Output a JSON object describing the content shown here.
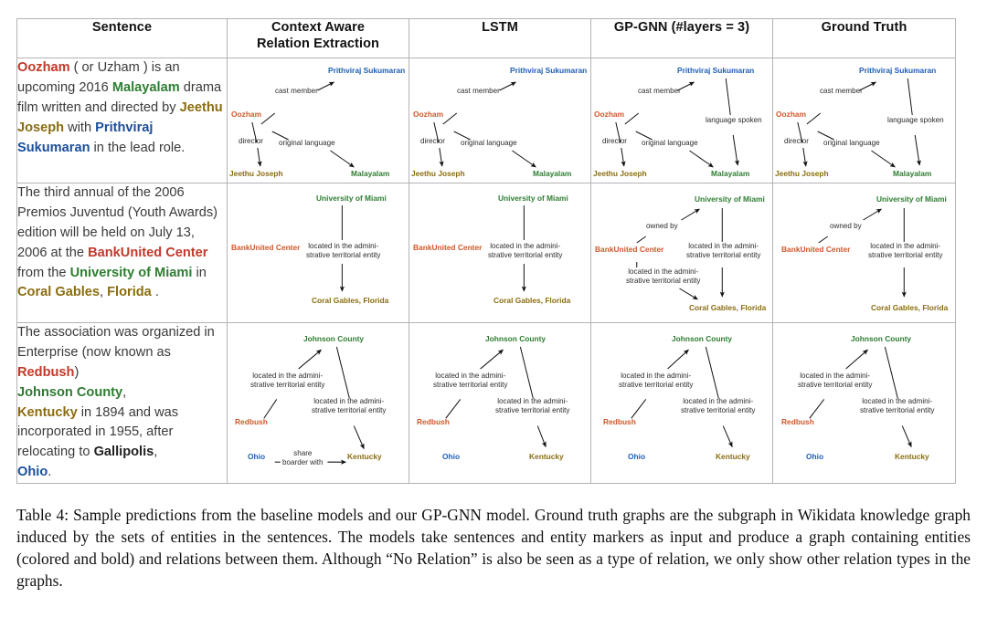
{
  "table": {
    "headers": [
      "Sentence",
      "Context Aware\nRelation Extraction",
      "LSTM",
      "GP-GNN (#layers = 3)",
      "Ground Truth"
    ],
    "header_labels": {
      "sentence": "Sentence",
      "care_line1": "Context Aware",
      "care_line2": "Relation Extraction",
      "lstm": "LSTM",
      "gpgnn": "GP-GNN (#layers = 3)",
      "ground_truth": "Ground Truth"
    },
    "rows": [
      {
        "sentence_plain": "Oozham ( or Uzham ) is an upcoming 2016 Malayalam drama film written and directed by Jeethu Joseph with Prithviraj Sukumaran in the lead role.",
        "sentence_tokens": [
          {
            "t": "Oozham",
            "c": "red",
            "b": true
          },
          {
            "t": " ( or Uzham ) is an upcoming 2016 ",
            "c": "plain",
            "b": false
          },
          {
            "t": "Malayalam",
            "c": "green",
            "b": true
          },
          {
            "t": " drama film written and directed by ",
            "c": "plain",
            "b": false
          },
          {
            "t": "Jeethu Joseph",
            "c": "olive",
            "b": true
          },
          {
            "t": " with ",
            "c": "plain",
            "b": false
          },
          {
            "t": "Prithviraj Sukumaran",
            "c": "blue",
            "b": true
          },
          {
            "t": " in the lead role.",
            "c": "plain",
            "b": false
          }
        ],
        "graphs": {
          "care": {
            "nodes": [
              "Oozham",
              "Prithviraj Sukumaran",
              "Jeethu Joseph",
              "Malayalam"
            ],
            "edges": [
              {
                "label": "cast member",
                "from": "Oozham",
                "to": "Prithviraj Sukumaran"
              },
              {
                "label": "director",
                "from": "Oozham",
                "to": "Jeethu Joseph"
              },
              {
                "label": "original language",
                "from": "Oozham",
                "to": "Malayalam"
              }
            ]
          },
          "lstm": {
            "nodes": [
              "Oozham",
              "Prithviraj Sukumaran",
              "Jeethu Joseph",
              "Malayalam"
            ],
            "edges": [
              {
                "label": "cast member",
                "from": "Oozham",
                "to": "Prithviraj Sukumaran"
              },
              {
                "label": "director",
                "from": "Oozham",
                "to": "Jeethu Joseph"
              },
              {
                "label": "original language",
                "from": "Oozham",
                "to": "Malayalam"
              }
            ]
          },
          "gpgnn": {
            "nodes": [
              "Oozham",
              "Prithviraj Sukumaran",
              "Jeethu Joseph",
              "Malayalam"
            ],
            "edges": [
              {
                "label": "cast member",
                "from": "Oozham",
                "to": "Prithviraj Sukumaran"
              },
              {
                "label": "director",
                "from": "Oozham",
                "to": "Jeethu Joseph"
              },
              {
                "label": "original language",
                "from": "Oozham",
                "to": "Malayalam"
              },
              {
                "label": "language spoken",
                "from": "Prithviraj Sukumaran",
                "to": "Malayalam"
              }
            ]
          },
          "truth": {
            "nodes": [
              "Oozham",
              "Prithviraj Sukumaran",
              "Jeethu Joseph",
              "Malayalam"
            ],
            "edges": [
              {
                "label": "cast member",
                "from": "Oozham",
                "to": "Prithviraj Sukumaran"
              },
              {
                "label": "director",
                "from": "Oozham",
                "to": "Jeethu Joseph"
              },
              {
                "label": "original language",
                "from": "Oozham",
                "to": "Malayalam"
              },
              {
                "label": "language spoken",
                "from": "Prithviraj Sukumaran",
                "to": "Malayalam"
              }
            ]
          }
        }
      },
      {
        "sentence_plain": "The third annual of the 2006 Premios Juventud (Youth Awards) edition will be held on July 13, 2006 at the BankUnited Center from the University of Miami in Coral Gables, Florida .",
        "sentence_tokens": [
          {
            "t": "The third annual of the 2006 Premios Juventud (Youth Awards) edition will be held on July 13, 2006 at the ",
            "c": "plain",
            "b": false
          },
          {
            "t": "BankUnited Center",
            "c": "red",
            "b": true
          },
          {
            "t": " from the ",
            "c": "plain",
            "b": false
          },
          {
            "t": "University of Miami",
            "c": "green",
            "b": true
          },
          {
            "t": " in ",
            "c": "plain",
            "b": false
          },
          {
            "t": "Coral Gables",
            "c": "olive",
            "b": true
          },
          {
            "t": ", ",
            "c": "plain",
            "b": false
          },
          {
            "t": "Florida",
            "c": "olive",
            "b": true
          },
          {
            "t": " .",
            "c": "plain",
            "b": false
          }
        ],
        "graphs": {
          "care": {
            "nodes": [
              "BankUnited Center",
              "University of Miami",
              "Coral Gables, Florida"
            ],
            "edges": [
              {
                "label": "located in the admini-strative territorial entity",
                "from": "University of Miami",
                "to": "Coral Gables, Florida"
              }
            ]
          },
          "lstm": {
            "nodes": [
              "BankUnited Center",
              "University of Miami",
              "Coral Gables, Florida"
            ],
            "edges": [
              {
                "label": "located in the admini-strative territorial entity",
                "from": "University of Miami",
                "to": "Coral Gables, Florida"
              }
            ]
          },
          "gpgnn": {
            "nodes": [
              "BankUnited Center",
              "University of Miami",
              "Coral Gables, Florida"
            ],
            "edges": [
              {
                "label": "owned by",
                "from": "BankUnited Center",
                "to": "University of Miami"
              },
              {
                "label": "located in the admini-strative territorial entity",
                "from": "University of Miami",
                "to": "Coral Gables, Florida"
              },
              {
                "label": "located in the admini-strative territorial entity",
                "from": "BankUnited Center",
                "to": "Coral Gables, Florida"
              }
            ]
          },
          "truth": {
            "nodes": [
              "BankUnited Center",
              "University of Miami",
              "Coral Gables, Florida"
            ],
            "edges": [
              {
                "label": "owned by",
                "from": "BankUnited Center",
                "to": "University of Miami"
              },
              {
                "label": "located in the admini-strative territorial entity",
                "from": "University of Miami",
                "to": "Coral Gables, Florida"
              }
            ]
          }
        }
      },
      {
        "sentence_plain": "The association was organized in Enterprise (now known as Redbush) Johnson County, Kentucky in 1894 and was incorporated in 1955, after relocating to Gallipolis, Ohio.",
        "sentence_tokens": [
          {
            "t": "The association was organized in Enterprise (now known as ",
            "c": "plain",
            "b": false
          },
          {
            "t": "Redbush",
            "c": "red",
            "b": true
          },
          {
            "t": ")\n",
            "c": "plain",
            "b": false
          },
          {
            "t": "Johnson County",
            "c": "green",
            "b": true
          },
          {
            "t": ",\n",
            "c": "plain",
            "b": false
          },
          {
            "t": "Kentucky",
            "c": "olive",
            "b": true
          },
          {
            "t": " in 1894 and was incorporated in 1955, after relocating to ",
            "c": "plain",
            "b": false
          },
          {
            "t": "Gallipolis",
            "c": "black",
            "b": true
          },
          {
            "t": ",\n",
            "c": "plain",
            "b": false
          },
          {
            "t": "Ohio",
            "c": "blue",
            "b": true
          },
          {
            "t": ".",
            "c": "plain",
            "b": false
          }
        ],
        "graphs": {
          "care": {
            "nodes": [
              "Johnson County",
              "Redbush",
              "Ohio",
              "Kentucky"
            ],
            "edges": [
              {
                "label": "located in the admini-strative territorial entity",
                "from": "Redbush",
                "to": "Johnson County"
              },
              {
                "label": "located in the admini-strative territorial entity",
                "from": "Johnson County",
                "to": "Kentucky"
              },
              {
                "label": "share boarder with",
                "from": "Ohio",
                "to": "Kentucky"
              }
            ]
          },
          "lstm": {
            "nodes": [
              "Johnson County",
              "Redbush",
              "Ohio",
              "Kentucky"
            ],
            "edges": [
              {
                "label": "located in the admini-strative territorial entity",
                "from": "Redbush",
                "to": "Johnson County"
              },
              {
                "label": "located in the admini-strative territorial entity",
                "from": "Johnson County",
                "to": "Kentucky"
              }
            ]
          },
          "gpgnn": {
            "nodes": [
              "Johnson County",
              "Redbush",
              "Ohio",
              "Kentucky"
            ],
            "edges": [
              {
                "label": "located in the admini-strative territorial entity",
                "from": "Redbush",
                "to": "Johnson County"
              },
              {
                "label": "located in the admini-strative territorial entity",
                "from": "Johnson County",
                "to": "Kentucky"
              }
            ]
          },
          "truth": {
            "nodes": [
              "Johnson County",
              "Redbush",
              "Ohio",
              "Kentucky"
            ],
            "edges": [
              {
                "label": "located in the admini-strative territorial entity",
                "from": "Redbush",
                "to": "Johnson County"
              },
              {
                "label": "located in the admini-strative territorial entity",
                "from": "Johnson County",
                "to": "Kentucky"
              }
            ]
          }
        }
      }
    ]
  },
  "graph_text": {
    "oozham": "Oozham",
    "prithviraj": "Prithviraj Sukumaran",
    "jeethu": "Jeethu Joseph",
    "malayalam": "Malayalam",
    "cast_member": "cast member",
    "director": "director",
    "original_language": "original language",
    "language_spoken": "language spoken",
    "bankunited": "BankUnited Center",
    "miami": "University of Miami",
    "coral": "Coral Gables, Florida",
    "owned_by": "owned by",
    "located_l1": "located in the admini-",
    "located_l2": "strative territorial entity",
    "johnson": "Johnson County",
    "redbush": "Redbush",
    "ohio": "Ohio",
    "kentucky": "Kentucky",
    "share_l1": "share",
    "share_l2": "boarder with"
  },
  "caption": {
    "text": "Table 4:  Sample predictions from the baseline models and our GP-GNN model.  Ground truth graphs are the subgraph in Wikidata knowledge graph induced by the sets of entities in the sentences. The models take sentences and entity markers as input and produce a graph containing entities (colored and bold) and relations between them. Although “No Relation” is also be seen as a type of relation, we only show other relation types in the graphs."
  },
  "colors": {
    "entity_red": "#c0392b",
    "entity_green": "#2e7d32",
    "entity_olive": "#8a6d10",
    "entity_blue": "#1a4f9c",
    "entity_black": "#222222",
    "node_red": "#d0582a",
    "node_green": "#2f7d32",
    "node_olive": "#8a6d10",
    "node_blue": "#1f5fb5",
    "border": "#b3b3b3",
    "text": "#2b2b2b"
  }
}
